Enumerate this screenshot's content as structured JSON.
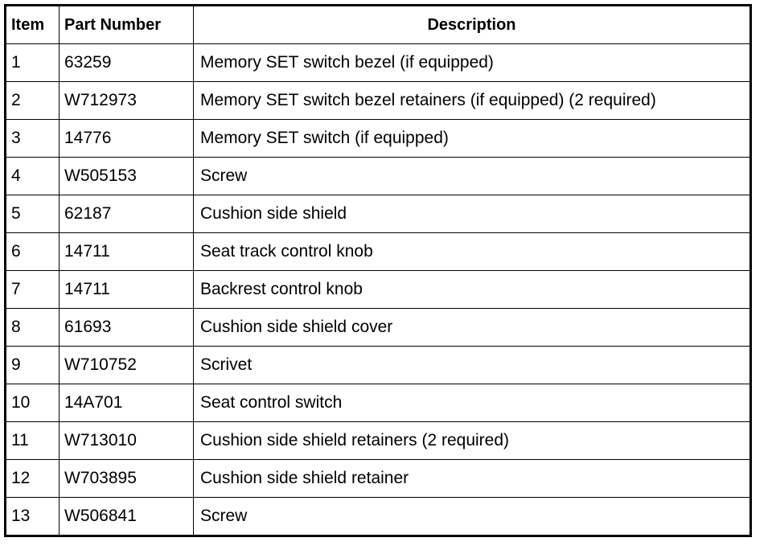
{
  "table": {
    "headers": {
      "item": "Item",
      "part_number": "Part Number",
      "description": "Description"
    },
    "rows": [
      {
        "item": "1",
        "part_number": "63259",
        "description": "Memory SET switch bezel (if equipped)"
      },
      {
        "item": "2",
        "part_number": "W712973",
        "description": "Memory SET switch bezel retainers (if equipped) (2 required)"
      },
      {
        "item": "3",
        "part_number": "14776",
        "description": "Memory SET switch (if equipped)"
      },
      {
        "item": "4",
        "part_number": "W505153",
        "description": "Screw"
      },
      {
        "item": "5",
        "part_number": "62187",
        "description": "Cushion side shield"
      },
      {
        "item": "6",
        "part_number": "14711",
        "description": "Seat track control knob"
      },
      {
        "item": "7",
        "part_number": "14711",
        "description": "Backrest control knob"
      },
      {
        "item": "8",
        "part_number": "61693",
        "description": "Cushion side shield cover"
      },
      {
        "item": "9",
        "part_number": "W710752",
        "description": "Scrivet"
      },
      {
        "item": "10",
        "part_number": "14A701",
        "description": "Seat control switch"
      },
      {
        "item": "11",
        "part_number": "W713010",
        "description": "Cushion side shield retainers (2 required)"
      },
      {
        "item": "12",
        "part_number": "W703895",
        "description": "Cushion side shield retainer"
      },
      {
        "item": "13",
        "part_number": "W506841",
        "description": "Screw"
      }
    ]
  }
}
